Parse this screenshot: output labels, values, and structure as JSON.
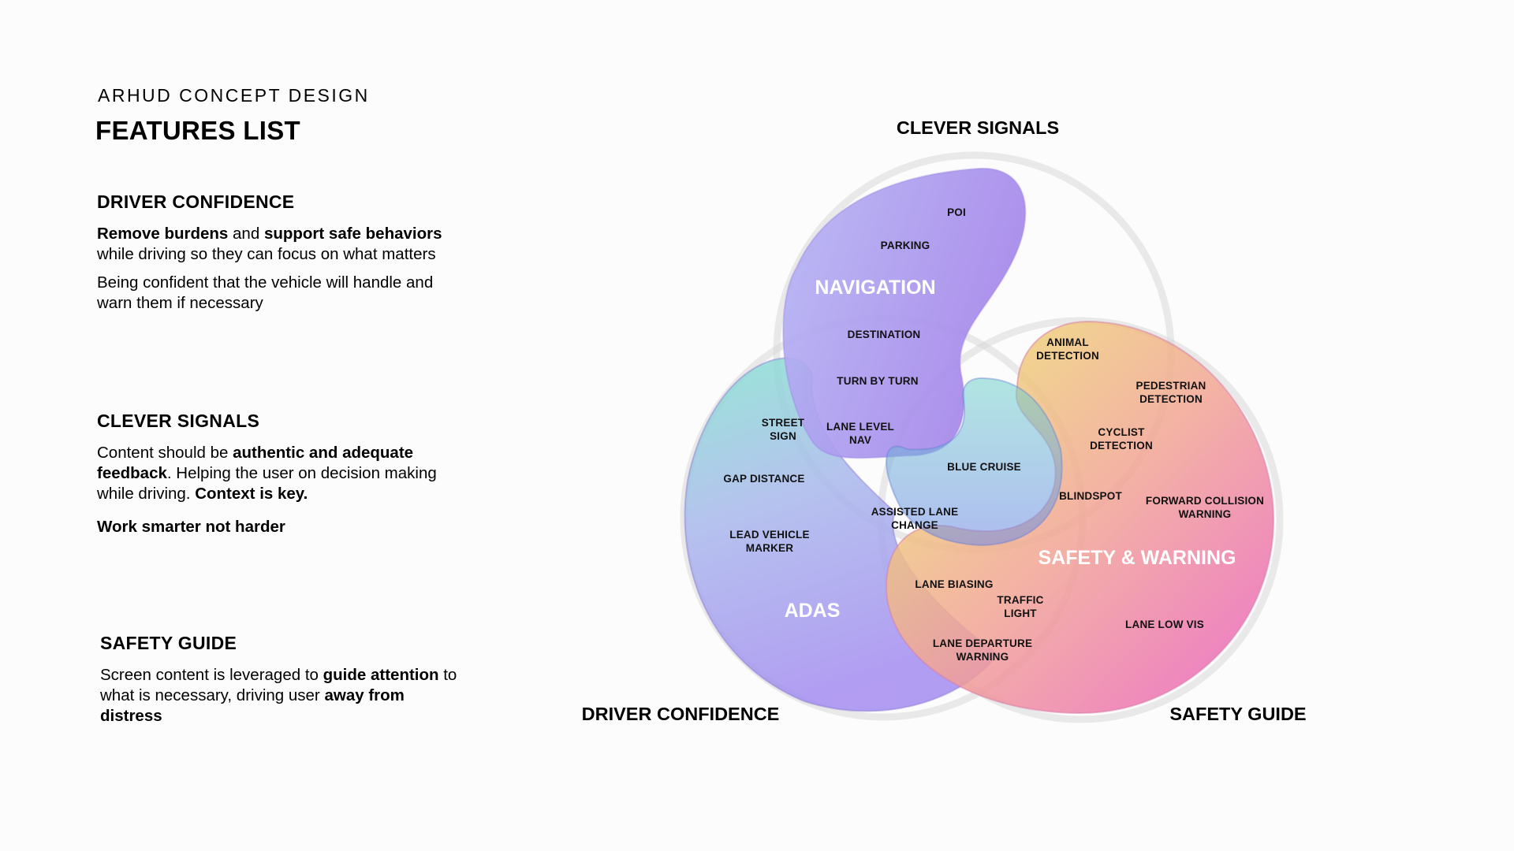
{
  "header": {
    "kicker": "ARHUD CONCEPT DESIGN",
    "title": "FEATURES LIST"
  },
  "sections": [
    {
      "heading": "DRIVER CONFIDENCE",
      "paragraphs": [
        [
          {
            "text": "Remove burdens",
            "bold": true
          },
          {
            "text": " and ",
            "bold": false
          },
          {
            "text": "support safe behaviors",
            "bold": true
          },
          {
            "text": " while driving so they can focus on what matters",
            "bold": false
          }
        ],
        [
          {
            "text": "Being confident that the vehicle will handle and warn them if necessary",
            "bold": false
          }
        ]
      ]
    },
    {
      "heading": "CLEVER SIGNALS",
      "paragraphs": [
        [
          {
            "text": "Content should be ",
            "bold": false
          },
          {
            "text": "authentic and adequate feedback",
            "bold": true
          },
          {
            "text": ". Helping the user on decision making while driving. ",
            "bold": false
          },
          {
            "text": "Context is key.",
            "bold": true
          }
        ],
        [
          {
            "text": "Work smarter not harder",
            "bold": true
          }
        ]
      ]
    },
    {
      "heading": "SAFETY GUIDE",
      "paragraphs": [
        [
          {
            "text": "Screen content is leveraged to ",
            "bold": false
          },
          {
            "text": "guide attention",
            "bold": true
          },
          {
            "text": " to what is necessary, driving user ",
            "bold": false
          },
          {
            "text": "away from distress",
            "bold": true
          }
        ]
      ]
    }
  ],
  "diagram": {
    "set_labels": {
      "clever_signals": "CLEVER SIGNALS",
      "driver_confidence": "DRIVER CONFIDENCE",
      "safety_guide": "SAFETY GUIDE"
    },
    "groups": {
      "navigation": "NAVIGATION",
      "adas": "ADAS",
      "safety_warning": "SAFETY & WARNING"
    },
    "features": [
      {
        "lines": [
          "POI"
        ]
      },
      {
        "lines": [
          "PARKING"
        ]
      },
      {
        "lines": [
          "DESTINATION"
        ]
      },
      {
        "lines": [
          "TURN BY TURN"
        ]
      },
      {
        "lines": [
          "STREET",
          "SIGN"
        ]
      },
      {
        "lines": [
          "LANE LEVEL",
          "NAV"
        ]
      },
      {
        "lines": [
          "GAP DISTANCE"
        ]
      },
      {
        "lines": [
          "BLUE CRUISE"
        ]
      },
      {
        "lines": [
          "ASSISTED LANE",
          "CHANGE"
        ]
      },
      {
        "lines": [
          "LEAD VEHICLE",
          "MARKER"
        ]
      },
      {
        "lines": [
          "ANIMAL",
          "DETECTION"
        ]
      },
      {
        "lines": [
          "PEDESTRIAN",
          "DETECTION"
        ]
      },
      {
        "lines": [
          "CYCLIST",
          "DETECTION"
        ]
      },
      {
        "lines": [
          "BLINDSPOT"
        ]
      },
      {
        "lines": [
          "FORWARD COLLISION",
          "WARNING"
        ]
      },
      {
        "lines": [
          "LANE BIASING"
        ]
      },
      {
        "lines": [
          "TRAFFIC",
          "LIGHT"
        ]
      },
      {
        "lines": [
          "LANE DEPARTURE",
          "WARNING"
        ]
      },
      {
        "lines": [
          "LANE LOW VIS"
        ]
      }
    ]
  }
}
